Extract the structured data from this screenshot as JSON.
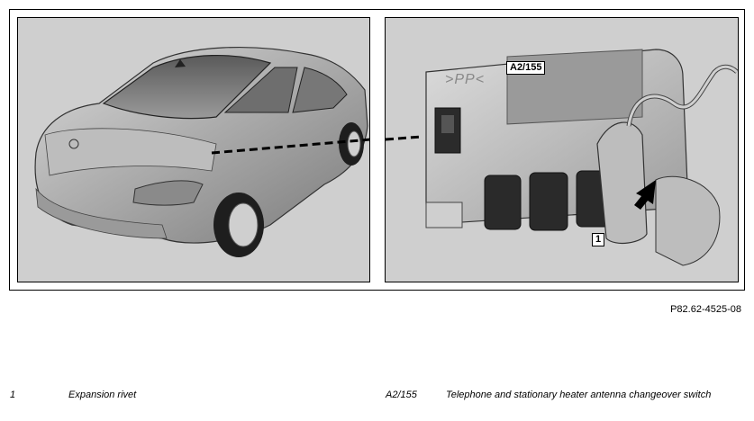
{
  "figure": {
    "reference": "P82.62-4525-08",
    "callouts": {
      "module": "A2/155",
      "rivet": "1"
    },
    "housing_mark": ">PP<"
  },
  "legend": [
    {
      "code": "1",
      "description": "Expansion rivet"
    },
    {
      "code": "A2/155",
      "description": "Telephone and stationary heater antenna changeover switch"
    }
  ],
  "colors": {
    "panel_background": "#cfcfcf",
    "car_body": "#a8a8a8",
    "module_body": "#bdbdbd",
    "connector": "#2a2a2a"
  }
}
